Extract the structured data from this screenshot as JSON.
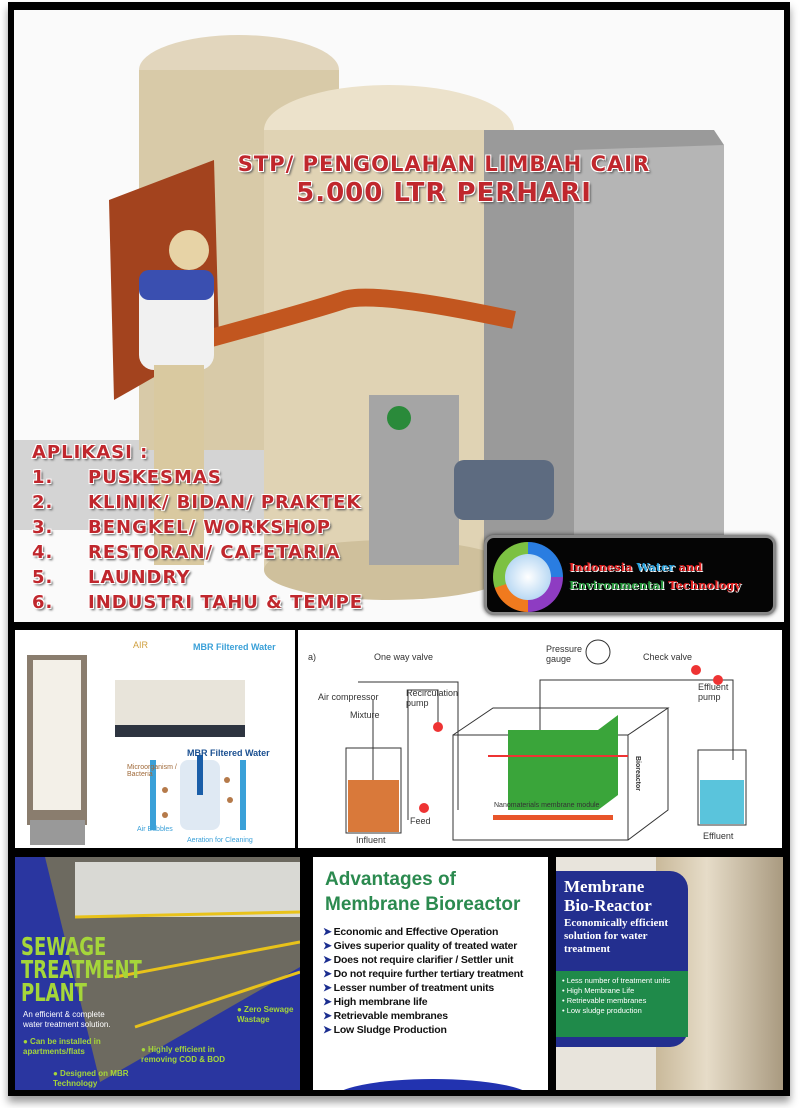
{
  "poster": {
    "title_line1": "STP/ PENGOLAHAN LIMBAH CAIR",
    "title_line2": "5.000 LTR PERHARI",
    "applications_heading": "APLIKASI :",
    "applications": [
      {
        "num": "1.",
        "label": "PUSKESMAS"
      },
      {
        "num": "2.",
        "label": "KLINIK/ BIDAN/ PRAKTEK"
      },
      {
        "num": "3.",
        "label": "BENGKEL/ WORKSHOP"
      },
      {
        "num": "4.",
        "label": "RESTORAN/ CAFETARIA"
      },
      {
        "num": "5.",
        "label": "LAUNDRY"
      },
      {
        "num": "6.",
        "label": "INDUSTRI TAHU & TEMPE"
      }
    ],
    "logo": {
      "w1": "Indonesia ",
      "w2": "Water",
      "w3": " and",
      "w4": "Environmental ",
      "w5": "Technology"
    }
  },
  "mbr_module": {
    "air": "AIR",
    "filtered1": "MBR Filtered Water",
    "filtered2": "MBR Filtered Water",
    "micro": "Microorganism / Bacteria",
    "bubbles": "Air Bubbles",
    "aeration": "Aeration for Cleaning"
  },
  "schematic": {
    "label_a": "a)",
    "one_way_valve": "One way valve",
    "pressure_gauge": "Pressure gauge",
    "check_valve": "Check valve",
    "air_compressor": "Air compressor",
    "recirculation_pump": "Recirculation pump",
    "effluent_pump": "Effluent pump",
    "mixture": "Mixture",
    "feed": "Feed",
    "influent": "Influent",
    "effluent": "Effluent",
    "membrane_module": "Nanomaterials membrane module",
    "bioreactor": "Bioreactor"
  },
  "stp_card": {
    "h1": "SEWAGE",
    "h2": "TREATMENT",
    "h3": "PLANT",
    "sub": "An efficient & complete water treatment solution.",
    "f1": "Can be installed in apartments/flats",
    "f2": "Designed on MBR Technology",
    "f3": "Highly efficient in removing COD & BOD",
    "f4": "Zero Sewage Wastage"
  },
  "advantages": {
    "title1": "Advantages of",
    "title2": "Membrane Bioreactor",
    "items": [
      "Economic and Effective Operation",
      "Gives superior quality of treated water",
      "Does not require clarifier / Settler unit",
      "Do not require further tertiary treatment",
      "Lesser number of treatment units",
      "High membrane life",
      "Retrievable membranes",
      "Low Sludge Production"
    ]
  },
  "mbr_card": {
    "title1": "Membrane",
    "title2": "Bio-Reactor",
    "subtitle": "Economically efficient solution for water treatment",
    "items": [
      "Less number of treatment units",
      "High Membrane Life",
      "Retrievable membranes",
      "Low sludge production"
    ]
  },
  "colors": {
    "red": "#c0272d",
    "navy": "#232f8f",
    "green": "#2b8a4f",
    "lime": "#a5d63a"
  }
}
